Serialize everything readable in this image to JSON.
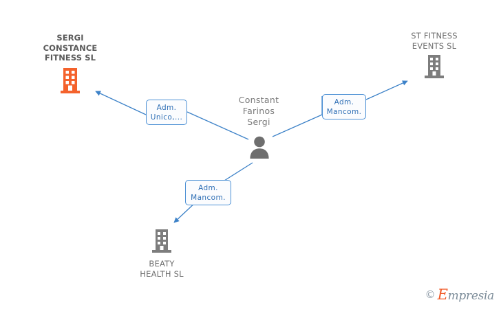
{
  "diagram": {
    "type": "org-relationship-network",
    "center_person": {
      "name": "Constant\nFarinos\nSergi",
      "icon": "person-icon"
    },
    "companies": [
      {
        "id": "sergi-constance-fitness-sl",
        "label": "SERGI\nCONSTANCE\nFITNESS  SL",
        "icon": "building-icon",
        "color": "#f4622c",
        "highlighted": true,
        "caption_position": "above"
      },
      {
        "id": "st-fitness-events-sl",
        "label": "ST FITNESS\nEVENTS  SL",
        "icon": "building-icon",
        "color": "#7d7d7d",
        "highlighted": false,
        "caption_position": "above"
      },
      {
        "id": "beaty-health-sl",
        "label": "BEATY\nHEALTH  SL",
        "icon": "building-icon",
        "color": "#7d7d7d",
        "highlighted": false,
        "caption_position": "below"
      }
    ],
    "relations": [
      {
        "id": "rel-sergi-constance",
        "line1": "Adm.",
        "line2": "Unico,...",
        "from": "Constant Farinos Sergi",
        "to": "SERGI CONSTANCE FITNESS SL"
      },
      {
        "id": "rel-st-fitness",
        "line1": "Adm.",
        "line2": "Mancom.",
        "from": "Constant Farinos Sergi",
        "to": "ST FITNESS EVENTS SL"
      },
      {
        "id": "rel-beaty-health",
        "line1": "Adm.",
        "line2": "Mancom.",
        "from": "Constant Farinos Sergi",
        "to": "BEATY HEALTH SL"
      }
    ],
    "edge_color": "#3d82c8"
  },
  "watermark": {
    "copyright": "©",
    "brand_cap": "E",
    "brand_rest": "mpresia"
  }
}
